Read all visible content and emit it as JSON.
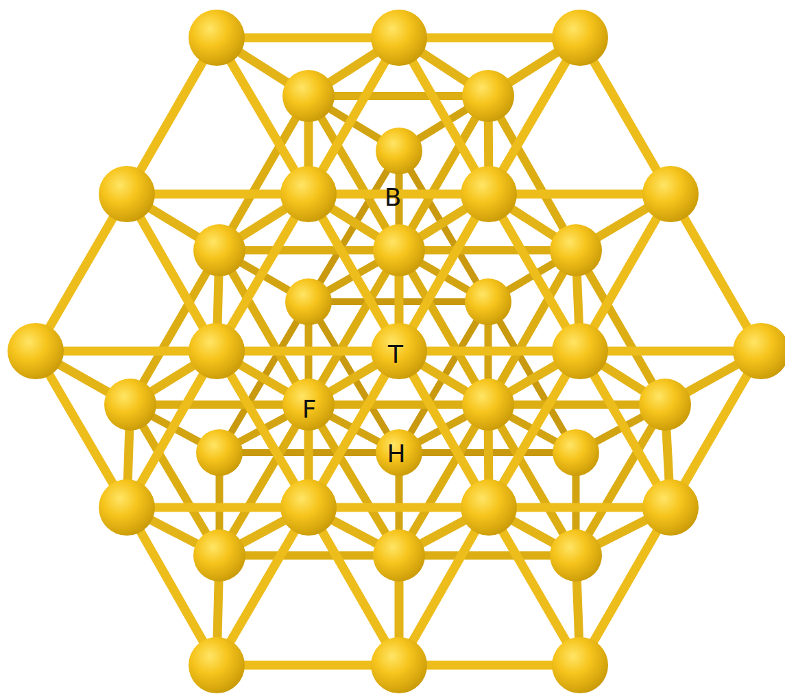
{
  "diagram": {
    "labels": [
      "B",
      "T",
      "F",
      "H"
    ]
  }
}
